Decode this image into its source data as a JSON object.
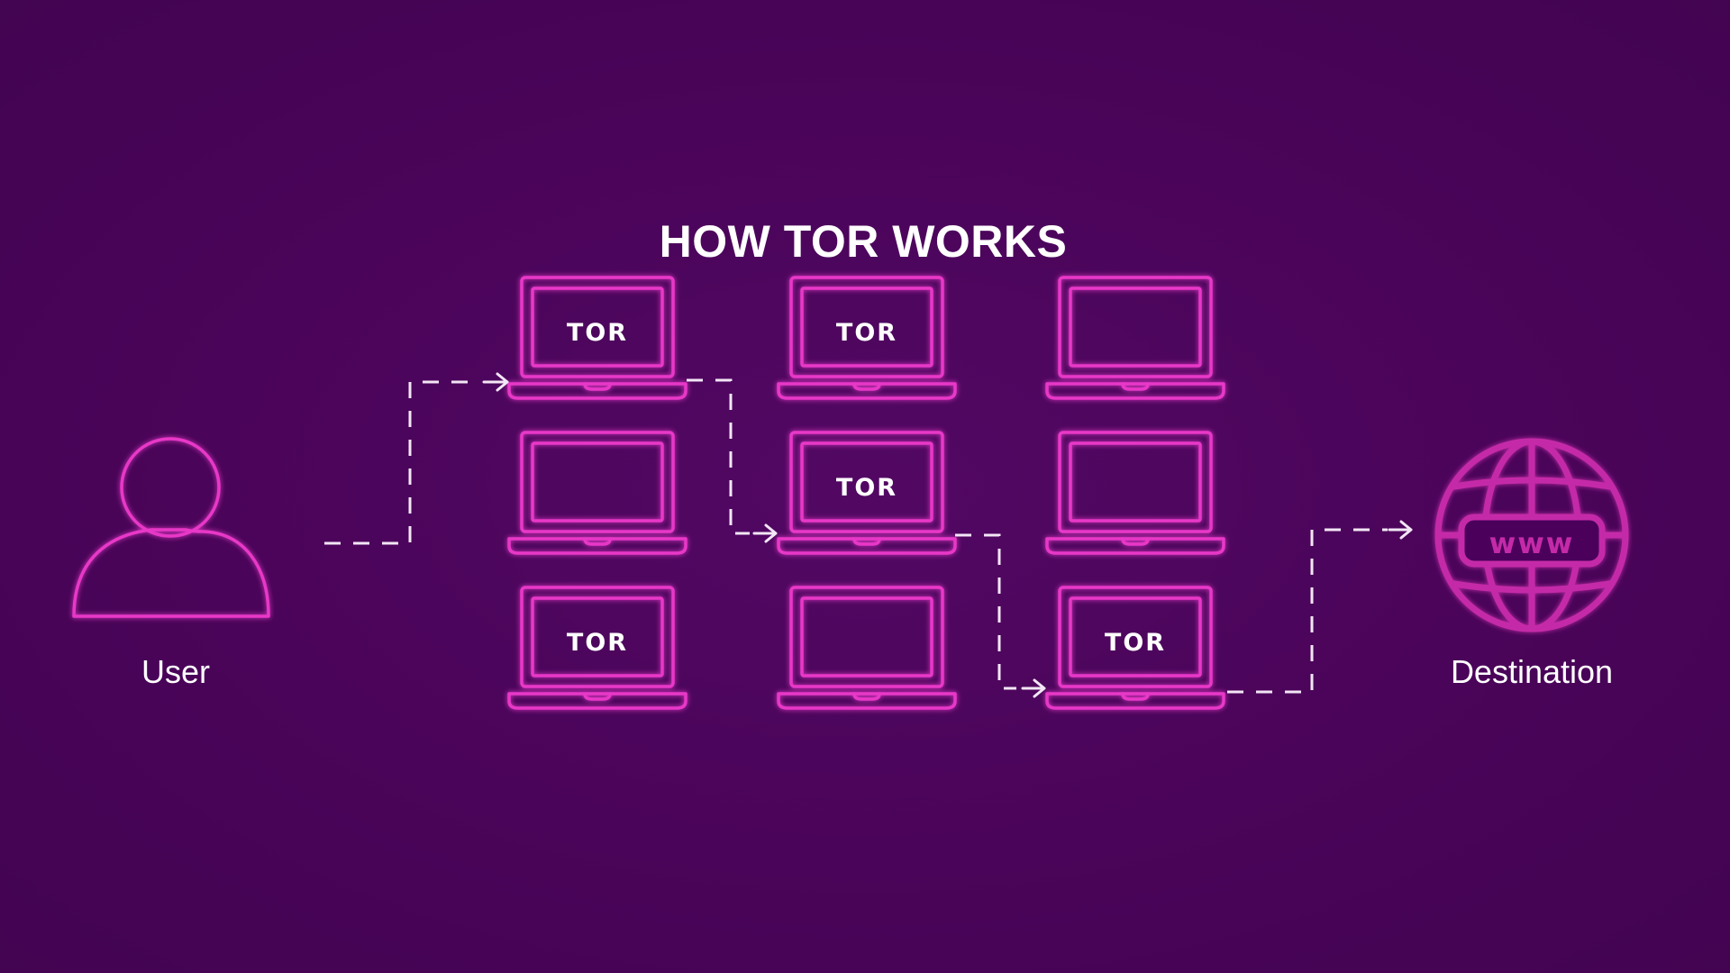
{
  "title": "HOW TOR WORKS",
  "user": {
    "label": "User"
  },
  "destination": {
    "label": "Destination",
    "badge": "www"
  },
  "nodes": [
    {
      "label": "TOR"
    },
    {
      "label": "TOR"
    },
    {
      "label": ""
    },
    {
      "label": ""
    },
    {
      "label": "TOR"
    },
    {
      "label": ""
    },
    {
      "label": "TOR"
    },
    {
      "label": ""
    },
    {
      "label": "TOR"
    }
  ],
  "route": {
    "hops": [
      "User",
      "TOR",
      "TOR",
      "TOR",
      "Destination"
    ]
  },
  "colors": {
    "background": "#4a0459",
    "neon": "#e838c8",
    "globe": "#c42aa8",
    "path": "#f3e6f6",
    "text": "#ffffff"
  }
}
